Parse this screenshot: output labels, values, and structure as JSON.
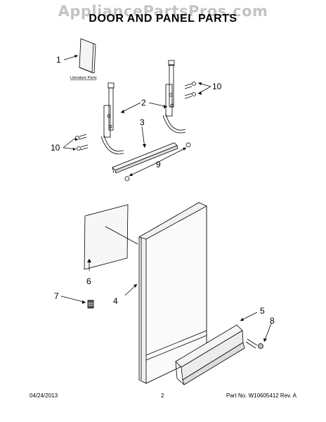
{
  "watermark": "AppliancePartsPros.com",
  "title": "DOOR AND PANEL PARTS",
  "literature_label": "Literature Parts",
  "callouts": {
    "c1": "1",
    "c2": "2",
    "c3": "3",
    "c4": "4",
    "c5": "5",
    "c6": "6",
    "c7": "7",
    "c8": "8",
    "c9": "9",
    "c10_right": "10",
    "c10_left": "10"
  },
  "footer": {
    "date": "04/24/2013",
    "page": "2",
    "part_no": "Part No. W10605412 Rev. A"
  }
}
